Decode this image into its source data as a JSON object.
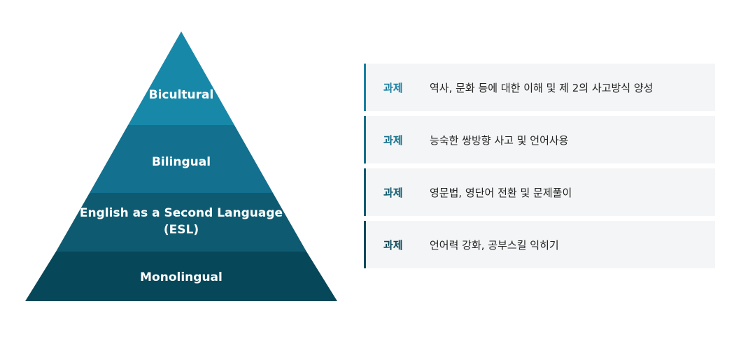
{
  "pyramid": {
    "tiers": [
      {
        "label": "Bicultural",
        "color": "#1888a9"
      },
      {
        "label": "Bilingual",
        "color": "#13708e"
      },
      {
        "label": "English as a Second Language (ESL)",
        "color": "#0e5b71"
      },
      {
        "label": "Monolingual",
        "color": "#064759"
      }
    ]
  },
  "cards": [
    {
      "tag": "과제",
      "desc": "역사, 문화 등에 대한 이해 및 제 2의 사고방식 양성",
      "accent": "#1b7fa2"
    },
    {
      "tag": "과제",
      "desc": "능숙한 쌍방향 사고 및 언어사용",
      "accent": "#156f8b"
    },
    {
      "tag": "과제",
      "desc": "영문법, 영단어 전환 및 문제풀이",
      "accent": "#0f5b70"
    },
    {
      "tag": "과제",
      "desc": "언어력 강화, 공부스킬 익히기",
      "accent": "#0a4a5c"
    }
  ]
}
